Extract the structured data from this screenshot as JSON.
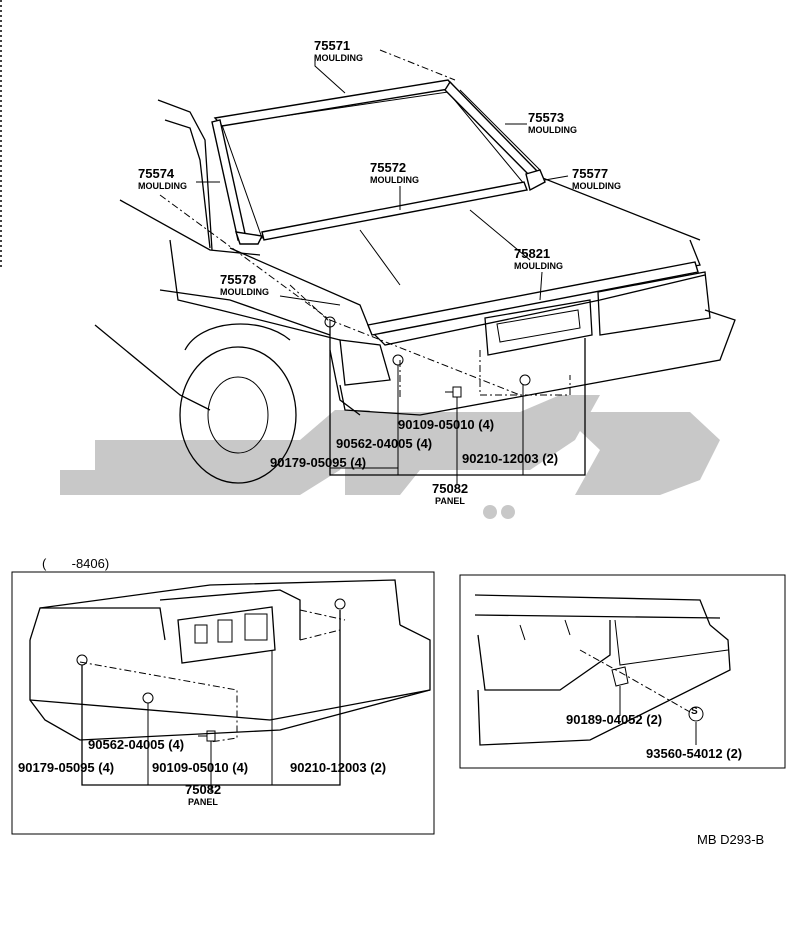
{
  "labels": {
    "p75571_num": "75571",
    "p75571_name": "MOULDING",
    "p75573_num": "75573",
    "p75573_name": "MOULDING",
    "p75574_num": "75574",
    "p75574_name": "MOULDING",
    "p75572_num": "75572",
    "p75572_name": "MOULDING",
    "p75577_num": "75577",
    "p75577_name": "MOULDING",
    "p75821_num": "75821",
    "p75821_name": "MOULDING",
    "p75578_num": "75578",
    "p75578_name": "MOULDING",
    "top_90109": "90109-05010 (4)",
    "top_90562": "90562-04005 (4)",
    "top_90179": "90179-05095 (4)",
    "top_90210": "90210-12003 (2)",
    "top_panel_num": "75082",
    "top_panel_name": "PANEL",
    "left_box_range": "(       -8406)",
    "left_90562": "90562-04005 (4)",
    "left_90179": "90179-05095 (4)",
    "left_90109": "90109-05010 (4)",
    "left_90210": "90210-12003 (2)",
    "left_panel_num": "75082",
    "left_panel_name": "PANEL",
    "right_90189": "90189-04052 (2)",
    "right_93560": "93560-54012 (2)",
    "right_s_symbol": "S",
    "diagram_code": "MB D293-B"
  }
}
